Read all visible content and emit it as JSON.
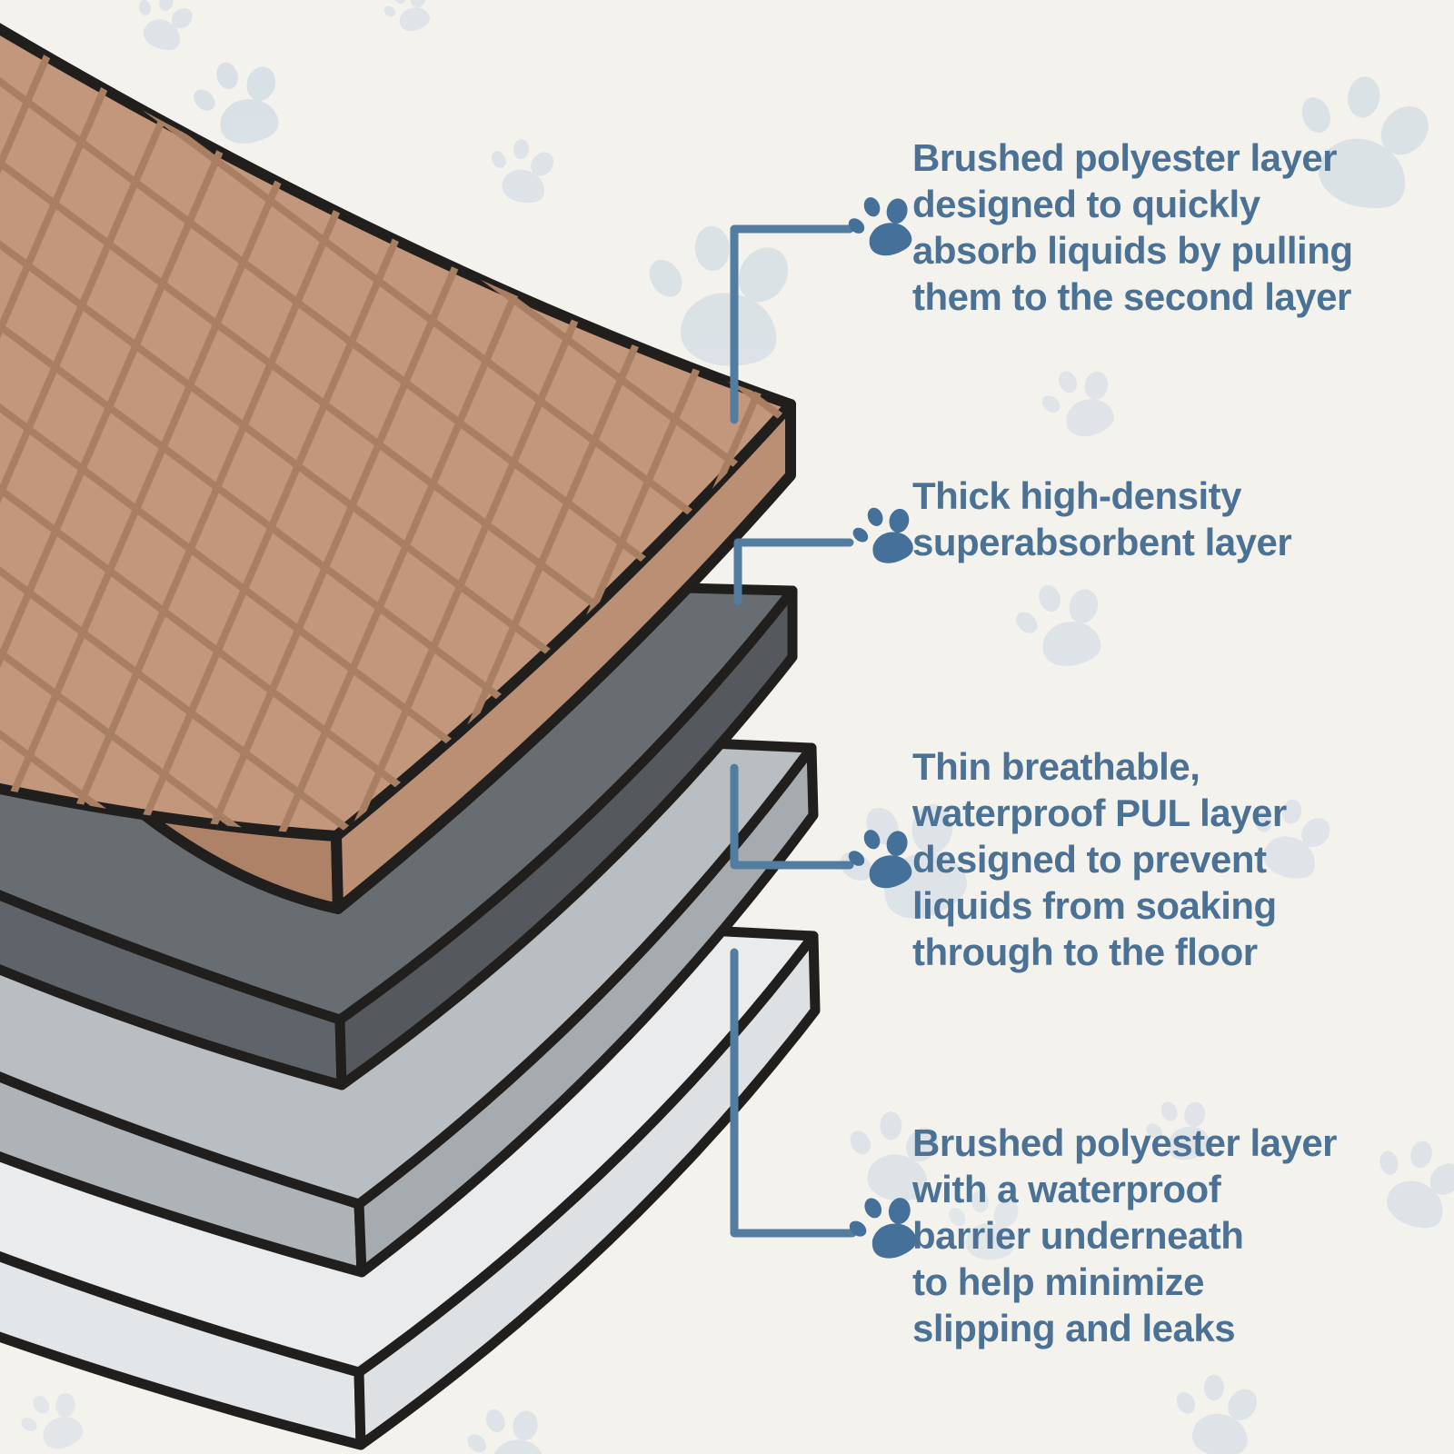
{
  "diagram": {
    "type": "product-layer-infographic",
    "subject": "washable pet pad exploded layer stack",
    "colors": {
      "background": "#f4f2ed",
      "annotation_text": "#4b7295",
      "connector": "#537ca1",
      "paw_icon": "#44709a",
      "watermark_paw": "#c8d5e2",
      "outline": "#211f1d"
    },
    "layers": [
      {
        "name": "quilted-top-layer",
        "top_color": "#c2977b",
        "side_color": "#bb8f73",
        "wedge_color": "#ae8266",
        "pattern_color": "#a87f63"
      },
      {
        "name": "superabsorbent-core-layer",
        "top_color": "#686d72",
        "side_color": "#55595e",
        "wedge_color": "#5f646a"
      },
      {
        "name": "waterproof-pul-layer",
        "top_color": "#b9bec2",
        "side_color": "#a6abb0",
        "wedge_color": "#aeb3b8"
      },
      {
        "name": "base-polyester-layer",
        "top_color": "#e9ebed",
        "side_color": "#dee1e4",
        "wedge_color": "#e3e6e9"
      }
    ],
    "annotations": [
      {
        "text": "Brushed polyester layer\ndesigned to quickly\nabsorb liquids by pulling\nthem to the second layer"
      },
      {
        "text": "Thick high-density\nsuperabsorbent layer"
      },
      {
        "text": "Thin breathable,\nwaterproof PUL layer\ndesigned to prevent\nliquids from soaking\nthrough to the floor"
      },
      {
        "text": "Brushed polyester layer\nwith a waterproof\nbarrier underneath\nto help minimize\nslipping and leaks"
      }
    ]
  }
}
